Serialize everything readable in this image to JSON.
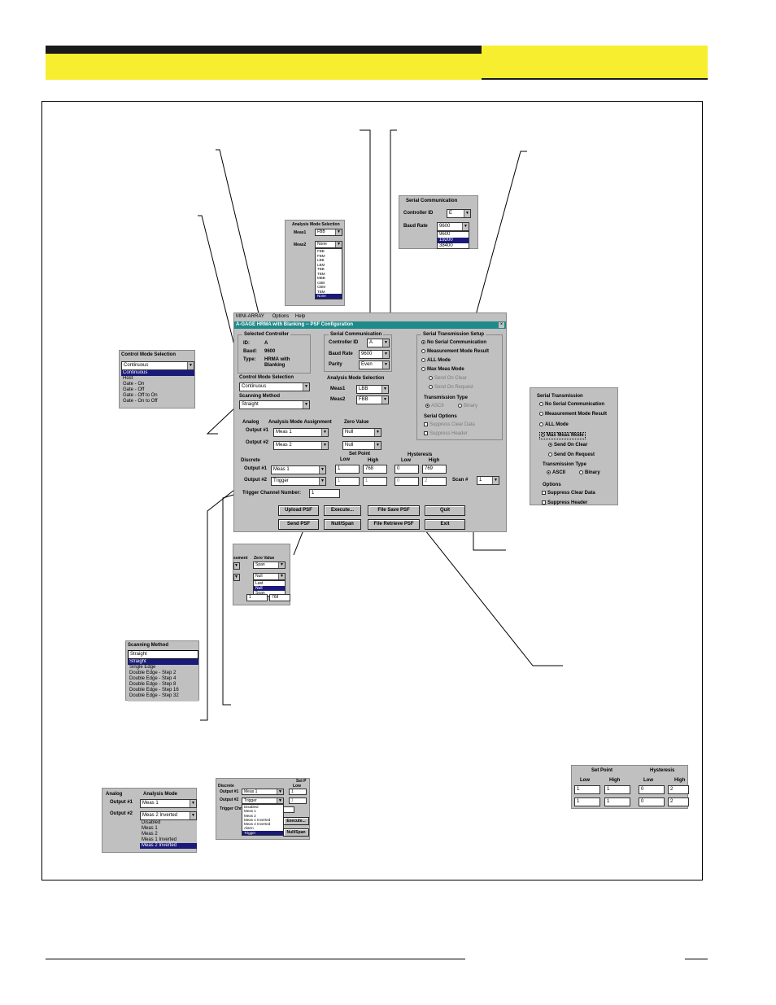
{
  "main_window": {
    "menu": [
      "MINI-ARRAY",
      "Options",
      "Help"
    ],
    "title": "A-GAGE HRMA with Blanking -- PSF Configuration",
    "selected_controller": {
      "title": "Selected Controller",
      "id_label": "ID:",
      "id_value": "A",
      "baud_label": "Baud:",
      "baud_value": "9600",
      "type_label": "Type:",
      "type_value_1": "HRMA with",
      "type_value_2": "Blanking"
    },
    "control_mode": {
      "label": "Control Mode Selection",
      "value": "Continuous"
    },
    "scanning": {
      "label": "Scanning Method",
      "value": "Straight"
    },
    "serial_comm": {
      "title": "Serial Communication",
      "controller_id_label": "Controller ID",
      "controller_id_value": "A",
      "baud_label": "Baud Rate",
      "baud_value": "9600",
      "parity_label": "Parity",
      "parity_value": "Even"
    },
    "analysis_mode": {
      "title": "Analysis Mode Selection",
      "meas1_label": "Meas1",
      "meas1_value": "LBB",
      "meas2_label": "Meas2",
      "meas2_value": "FBB"
    },
    "serial_tx": {
      "title": "Serial Transmission Setup",
      "opt1": "No Serial Communication",
      "opt2": "Measurement Mode Result",
      "opt3": "ALL Mode",
      "opt4": "Max Meas Mode",
      "sub1": "Send On Clear",
      "sub2": "Send On Request",
      "type_title": "Transmission Type",
      "type1": "ASCII",
      "type2": "Binary",
      "options_title": "Serial Options",
      "chk1": "Suppress Clear Data",
      "chk2": "Suppress Header"
    },
    "analog": {
      "label": "Analog",
      "assign_label": "Analysis Mode Assignment",
      "zero_label": "Zero Value",
      "out1_label": "Output #1",
      "out1_value": "Meas 1",
      "zero1": "Null",
      "out2_label": "Output #2",
      "out2_value": "Meas 2",
      "zero2": "Null"
    },
    "discrete": {
      "label": "Discrete",
      "setpoint_label": "Set Point",
      "hyst_label": "Hysteresis",
      "low": "Low",
      "high": "High",
      "out1_label": "Output #1",
      "out1_value": "Meas 1",
      "sp1_low": "1",
      "sp1_high": "768",
      "hy1_low": "0",
      "hy1_high": "769",
      "out2_label": "Output #2",
      "out2_value": "Trigger",
      "sp2_low": "1",
      "sp2_high": "1",
      "hy2_low": "0",
      "hy2_high": "2",
      "scan_label": "Scan #",
      "scan_value": "1"
    },
    "trigger": {
      "label": "Trigger Channel Number:",
      "value": "1"
    },
    "buttons": {
      "upload": "Upload PSF",
      "execute": "Execute...",
      "file_save": "File Save PSF",
      "quit": "Quit",
      "send": "Send PSF",
      "null_span": "Null/Span",
      "file_retrieve": "File Retrieve PSF",
      "exit": "Exit"
    }
  },
  "inset_analysis": {
    "title": "Analysis Mode Selection",
    "meas1_label": "Meas1",
    "meas1_value": "FBB",
    "meas2_label": "Meas2",
    "meas2_value": "None",
    "options": [
      "FBB",
      "FBM",
      "LBB",
      "LBM",
      "TBB",
      "TBM",
      "MBB",
      "CBB",
      "CBM",
      "TBM",
      "None"
    ]
  },
  "inset_serial": {
    "title": "Serial Communication",
    "id_label": "Controller ID",
    "id_value": "E",
    "baud_label": "Baud Rate",
    "baud_value": "9600",
    "options": [
      "9600",
      "19200",
      "38400"
    ]
  },
  "inset_control": {
    "title": "Control Mode Selection",
    "value": "Continuous",
    "options": [
      "Continuous",
      "Host",
      "Gate - On",
      "Gate - Off",
      "Gate - Off to On",
      "Gate - On to Off"
    ]
  },
  "inset_serial_tx": {
    "title": "Serial Transmission",
    "opt1": "No Serial Communication",
    "opt2": "Measurement Mode Result",
    "opt3": "ALL Mode",
    "opt4": "Max Meas Mode",
    "sub1": "Send On Clear",
    "sub2": "Send On Request",
    "type_title": "Transmission Type",
    "type1": "ASCII",
    "type2": "Binary",
    "options_title": "Options",
    "chk1": "Suppress Clear Data",
    "chk2": "Suppress Header"
  },
  "inset_zero": {
    "col1": "ssment",
    "title": "Zero Value",
    "value1": "Span",
    "value2": "Null",
    "options": [
      "Last",
      "Null",
      "Span"
    ],
    "cell1": "1",
    "cell2": "768"
  },
  "inset_scanning": {
    "title": "Scanning Method",
    "value": "Straight",
    "options": [
      "Straight",
      "Single Edge",
      "Double Edge - Step 2",
      "Double Edge - Step 4",
      "Double Edge - Step 8",
      "Double Edge - Step 16",
      "Double Edge - Step 32"
    ]
  },
  "inset_analog": {
    "analog_label": "Analog",
    "mode_label": "Analysis Mode",
    "out1_label": "Output #1",
    "out1_value": "Meas 1",
    "out2_label": "Output #2",
    "out2_value": "Meas 2 Inverted",
    "options": [
      "Disabled",
      "Meas 1",
      "Meas 2",
      "Meas 1 Inverted",
      "Meas 2 Inverted"
    ]
  },
  "inset_discrete": {
    "label": "Discrete",
    "set_label": "Set P",
    "low": "Low",
    "out1_label": "Output #1",
    "out1_value": "Meas 1",
    "out2_label": "Output #2",
    "out2_value": "Trigger",
    "trigger_label": "Trigger Chn",
    "cell_a": "1",
    "cell_b": "1",
    "options": [
      "Disabled",
      "Meas 1",
      "Meas 2",
      "Meas 1 Inverted",
      "Meas 2 Inverted",
      "Alarm",
      "Trigger"
    ],
    "execute": "Execute...",
    "null_span": "Null/Span"
  },
  "inset_setpoint": {
    "setpoint_label": "Set Point",
    "hyst_label": "Hysteresis",
    "low": "Low",
    "high": "High",
    "r1": [
      "1",
      "1",
      "0",
      "2"
    ],
    "r2": [
      "1",
      "1",
      "0",
      "2"
    ]
  }
}
